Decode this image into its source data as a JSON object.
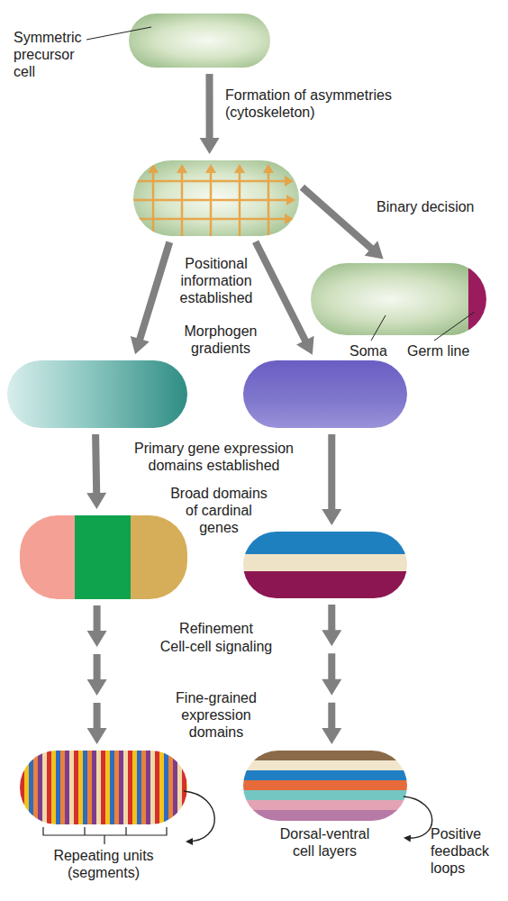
{
  "diagram": {
    "nodes": [
      {
        "text": [
          "Symmetric precursor cell"
        ]
      },
      {
        "text": []
      },
      {
        "text": [
          "Soma",
          "Germ line"
        ]
      },
      {
        "text": []
      },
      {
        "text": []
      },
      {
        "text": []
      },
      {
        "text": []
      },
      {
        "text": [
          "Repeating units (segments)"
        ]
      },
      {
        "text": [
          "Dorsal-ventral cell layers"
        ]
      }
    ],
    "edges": [
      {
        "from": 0,
        "to": 1,
        "arrow": "to",
        "label": "Formation of asymmetries (cytoskeleton)"
      },
      {
        "from": 1,
        "to": 2,
        "arrow": "to",
        "label": "Binary decision"
      },
      {
        "from": 1,
        "to": 3,
        "arrow": "to"
      },
      {
        "from": 1,
        "to": 4,
        "arrow": "to"
      },
      {
        "from": 3,
        "to": 5,
        "arrow": "to"
      },
      {
        "from": 4,
        "to": 6,
        "arrow": "to"
      },
      {
        "from": 5,
        "to": 7,
        "arrow": "to"
      },
      {
        "from": 6,
        "to": 8,
        "arrow": "to"
      }
    ],
    "labels": [
      "Positional information established",
      "Morphogen gradients",
      "Primary gene expression domains established",
      "Broad domains of cardinal genes",
      "Refinement",
      "Cell-cell signaling",
      "Fine-grained expression domains",
      "Positive feedback loops"
    ]
  }
}
